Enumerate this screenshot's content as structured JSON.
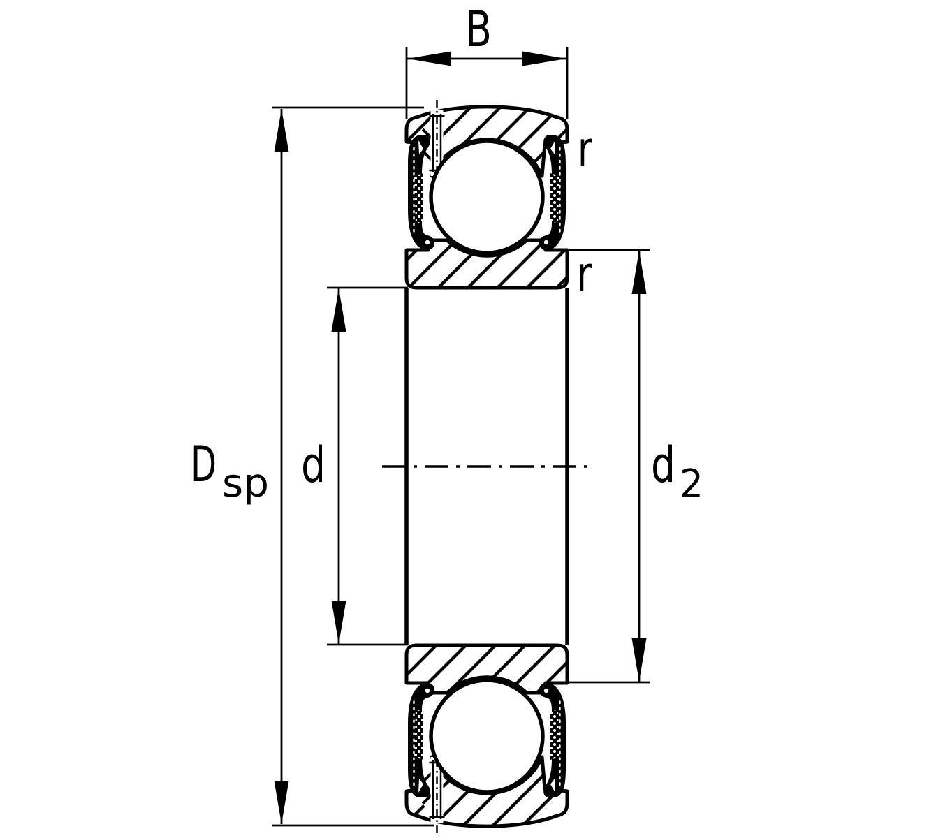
{
  "diagram": {
    "type": "technical-drawing",
    "subject": "sealed deep groove ball bearing cross-section with spherical outside surface",
    "colors": {
      "line": "#000000",
      "background": "#ffffff"
    },
    "dimensions": {
      "width": {
        "label": "B"
      },
      "spherical_outside_diameter": {
        "main": "D",
        "sub": "sp"
      },
      "bore_diameter": {
        "label": "d"
      },
      "recess_diameter": {
        "main": "d",
        "sub": "2"
      },
      "outer_ring_corner_radius": {
        "label": "r"
      },
      "inner_ring_corner_radius": {
        "label": "r"
      }
    }
  }
}
